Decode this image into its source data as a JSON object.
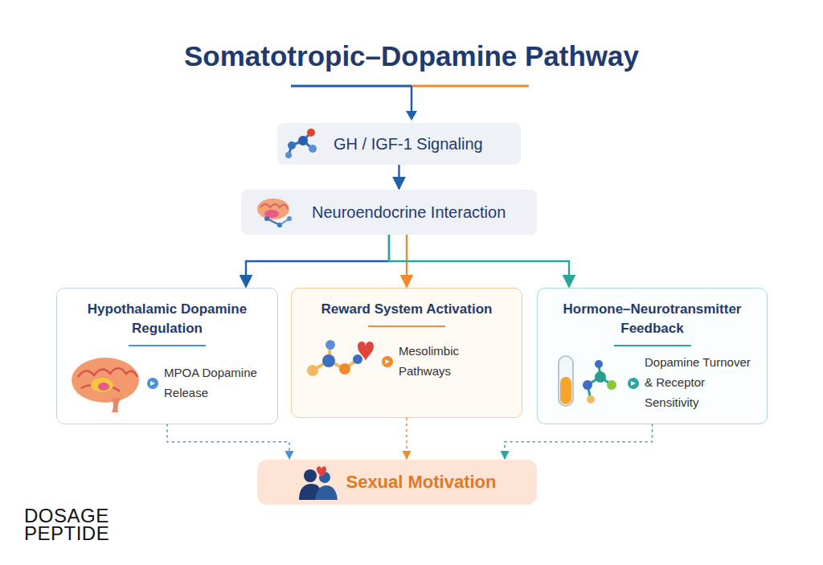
{
  "diagram": {
    "title": "Somatotropic–Dopamine Pathway",
    "nodes": [
      {
        "text": [
          "GH / IGF-1 Signaling"
        ]
      },
      {
        "text": [
          "Neuroendocrine Interaction"
        ]
      },
      {
        "text": [
          "Hypothalamic Dopamine Regulation",
          "MPOA Dopamine Release"
        ]
      },
      {
        "text": [
          "Reward System Activation",
          "Mesolimbic Pathways"
        ]
      },
      {
        "text": [
          "Hormone–Neurotransmitter Feedback",
          "Dopamine Turnover & Receptor Sensitivity"
        ]
      },
      {
        "text": [
          "Sexual Motivation"
        ]
      }
    ],
    "edges": [
      {
        "from": 0,
        "to": 1,
        "arrow": "to"
      },
      {
        "from": 1,
        "to": 2,
        "arrow": "to"
      },
      {
        "from": 1,
        "to": 3,
        "arrow": "to"
      },
      {
        "from": 1,
        "to": 4,
        "arrow": "to"
      },
      {
        "from": 2,
        "to": 5,
        "arrow": "to"
      },
      {
        "from": 3,
        "to": 5,
        "arrow": "to"
      },
      {
        "from": 4,
        "to": 5,
        "arrow": "to"
      }
    ],
    "labels": [
      "DOSAGE",
      "PEPTIDE"
    ]
  }
}
